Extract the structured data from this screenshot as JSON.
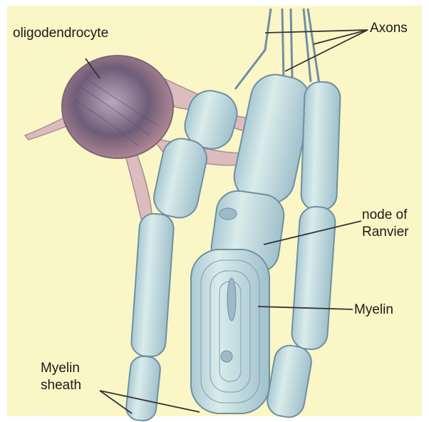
{
  "labels": {
    "oligodendrocyte": "oligodendrocyte",
    "axons": "Axons",
    "node_line1": "node of",
    "node_line2": "Ranvier",
    "myelin": "Myelin",
    "sheath_line1": "Myelin",
    "sheath_line2": "sheath"
  },
  "colors": {
    "background": "#fbf6c6",
    "sheath_fill": "#c6dfe0",
    "sheath_stroke": "#6f8fa3",
    "cell_body": "#8a6f86",
    "process": "#d9b5b6",
    "leader_line": "#333333"
  }
}
